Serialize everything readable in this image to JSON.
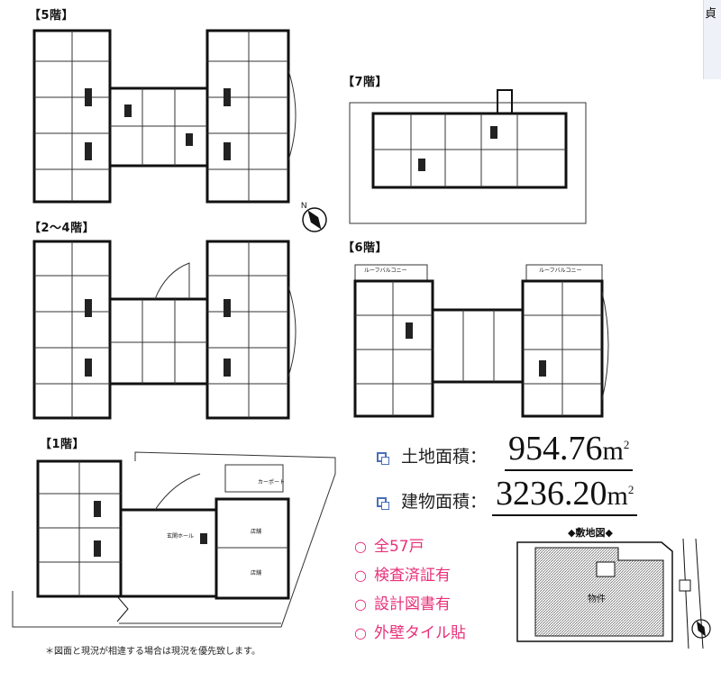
{
  "floors": {
    "f5": "【5階】",
    "f24": "【2～4階】",
    "f7": "【7階】",
    "f6": "【6階】",
    "f1": "【1階】"
  },
  "stats": {
    "land_label": "土地面積：",
    "land_value": "954.76",
    "building_label": "建物面積：",
    "building_value": "3236.20",
    "unit": "m",
    "unit_sup": "2"
  },
  "features": [
    "全57戸",
    "検査済証有",
    "設計図書有",
    "外壁タイル貼"
  ],
  "feature_bullet": "○",
  "site_map": {
    "title": "◆敷地図◆",
    "building_label": "物件"
  },
  "note": "＊図面と現況が相違する場合は現況を優先致します。",
  "plan_labels": {
    "balcony": "ルーフバルコニー",
    "carport": "カーポート",
    "entrance_hall": "玄関ホール",
    "store": "店舗"
  }
}
